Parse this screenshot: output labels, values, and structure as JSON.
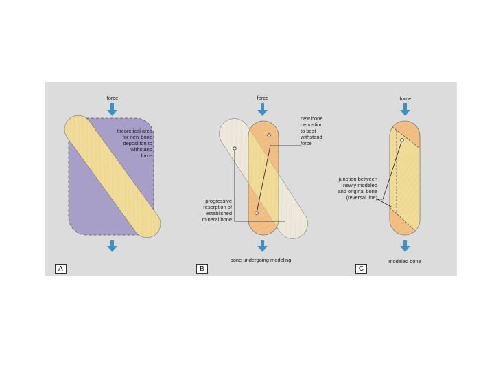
{
  "colors": {
    "background": "#dcdcdc",
    "theoretical_area": "#a89fc9",
    "new_bone": "#f0dc98",
    "original_bone": "#f1bf85",
    "resorbing_bone": "#ece8dc",
    "arrow": "#3f8fc2"
  },
  "panels": [
    {
      "letter": "A",
      "force_top": "force",
      "labels": [
        "theoretical area",
        "for new bone",
        "deposition to",
        "withstand",
        "force"
      ]
    },
    {
      "letter": "B",
      "force_top": "force",
      "label_new_bone": [
        "new  bone",
        "depostion",
        "to best",
        "withstand",
        "force"
      ],
      "label_resorption": [
        "progressive",
        "resorption of",
        "established",
        "mineral bone"
      ],
      "caption": "bone undergoing modeling"
    },
    {
      "letter": "C",
      "force_top": "force",
      "label_junction": [
        "junction between",
        "newly modeled",
        "and original bone",
        "(reversal line)"
      ],
      "caption": "modeled bone"
    }
  ]
}
